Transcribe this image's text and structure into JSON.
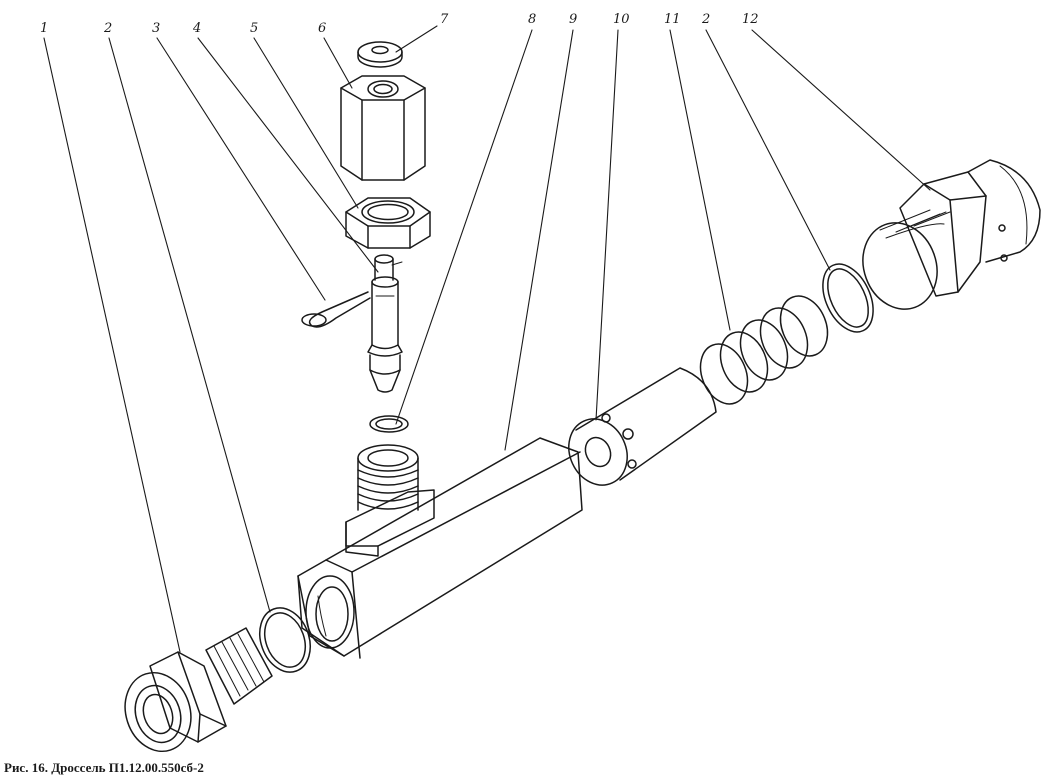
{
  "caption": "Рис. 16. Дроссель П1.12.00.550сб-2",
  "callouts": [
    "1",
    "2",
    "3",
    "4",
    "5",
    "6",
    "7",
    "8",
    "9",
    "10",
    "11",
    "2",
    "12"
  ]
}
